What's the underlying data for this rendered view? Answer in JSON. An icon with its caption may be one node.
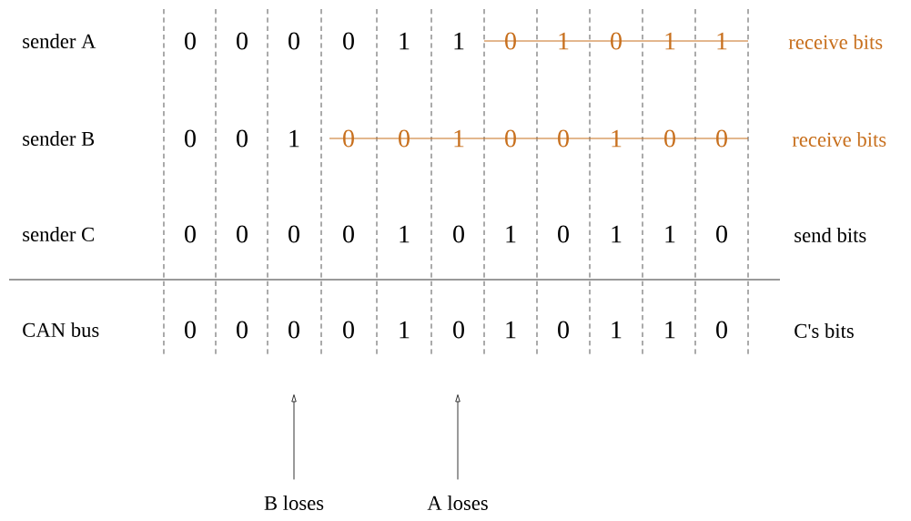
{
  "diagram": {
    "nodes": [
      {
        "text": [
          "B loses"
        ]
      },
      {
        "text": [
          "A loses"
        ]
      }
    ],
    "edges": [
      {
        "from": 0,
        "to": null,
        "arrow": "to"
      },
      {
        "from": 1,
        "to": null,
        "arrow": "to"
      }
    ],
    "labels": [
      "sender A",
      "0",
      "0",
      "0",
      "0",
      "1",
      "1",
      "0",
      "1",
      "0",
      "1",
      "1",
      "receive bits",
      "sender B",
      "0",
      "0",
      "1",
      "0",
      "0",
      "1",
      "0",
      "0",
      "1",
      "0",
      "0",
      "receive bits",
      "sender C",
      "0",
      "0",
      "0",
      "0",
      "1",
      "0",
      "1",
      "0",
      "1",
      "1",
      "0",
      "send bits",
      "CAN bus",
      "0",
      "0",
      "0",
      "0",
      "1",
      "0",
      "1",
      "0",
      "1",
      "1",
      "0",
      "C's bits"
    ]
  }
}
